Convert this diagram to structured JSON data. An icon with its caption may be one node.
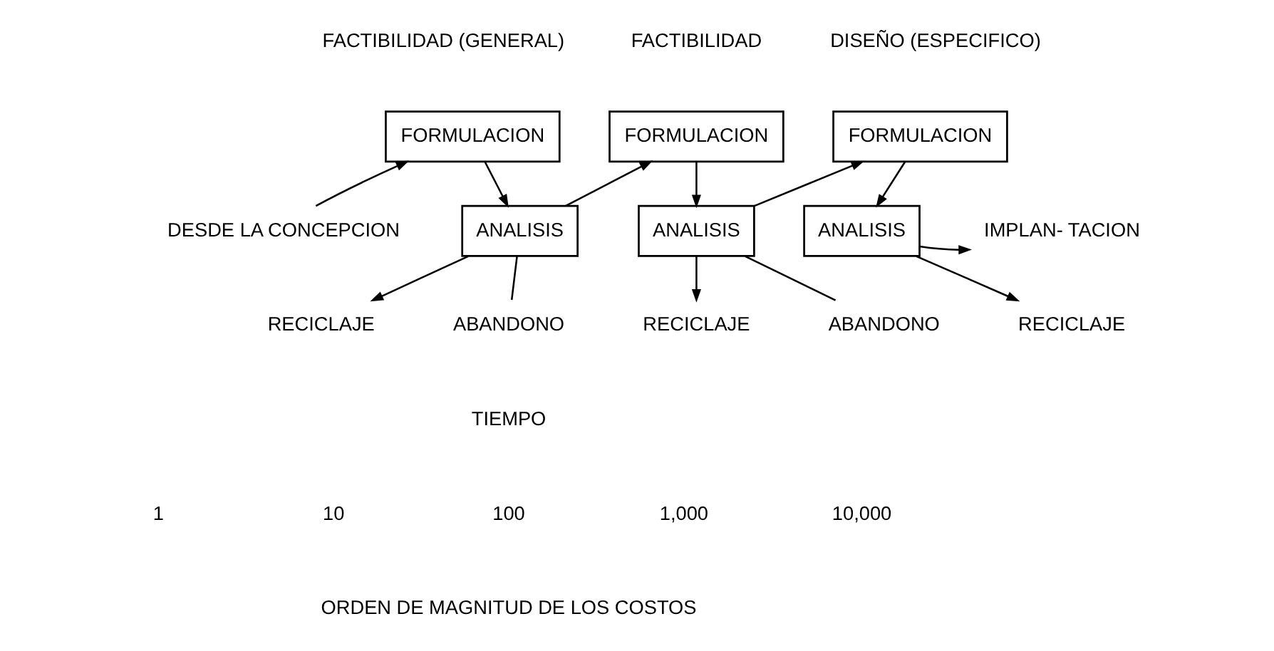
{
  "diagram": {
    "nodes": [
      {
        "text": [
          "DESDE LA CONCEPCION"
        ]
      },
      {
        "text": [
          "FORMULACION"
        ]
      },
      {
        "text": [
          "ANALISIS"
        ]
      },
      {
        "text": [
          "RECICLAJE"
        ]
      },
      {
        "text": [
          "ABANDONO"
        ]
      },
      {
        "text": [
          "FORMULACION"
        ]
      },
      {
        "text": [
          "ANALISIS"
        ]
      },
      {
        "text": [
          "RECICLAJE"
        ]
      },
      {
        "text": [
          "ABANDONO"
        ]
      },
      {
        "text": [
          "FORMULACION"
        ]
      },
      {
        "text": [
          "ANALISIS"
        ]
      },
      {
        "text": [
          "RECICLAJE"
        ]
      },
      {
        "text": [
          "IMPLAN- TACION"
        ]
      }
    ],
    "edges": [
      {
        "from": 0,
        "to": 1,
        "arrow": "to"
      },
      {
        "from": 1,
        "to": 2,
        "arrow": "to"
      },
      {
        "from": 2,
        "to": 3,
        "arrow": "to"
      },
      {
        "from": 2,
        "to": 4,
        "arrow": "none"
      },
      {
        "from": 2,
        "to": 5,
        "arrow": "to"
      },
      {
        "from": 5,
        "to": 6,
        "arrow": "to"
      },
      {
        "from": 6,
        "to": 7,
        "arrow": "to"
      },
      {
        "from": 6,
        "to": 8,
        "arrow": "none"
      },
      {
        "from": 6,
        "to": 9,
        "arrow": "to"
      },
      {
        "from": 9,
        "to": 10,
        "arrow": "to"
      },
      {
        "from": 10,
        "to": 11,
        "arrow": "to"
      },
      {
        "from": 10,
        "to": 12,
        "arrow": "to"
      }
    ],
    "labels": [
      "FACTIBILIDAD (GENERAL)",
      "FACTIBILIDAD",
      "DISEÑO (ESPECIFICO)",
      "TIEMPO",
      "1",
      "10",
      "100",
      "1,000",
      "10,000",
      "ORDEN DE MAGNITUD DE LOS COSTOS"
    ]
  }
}
